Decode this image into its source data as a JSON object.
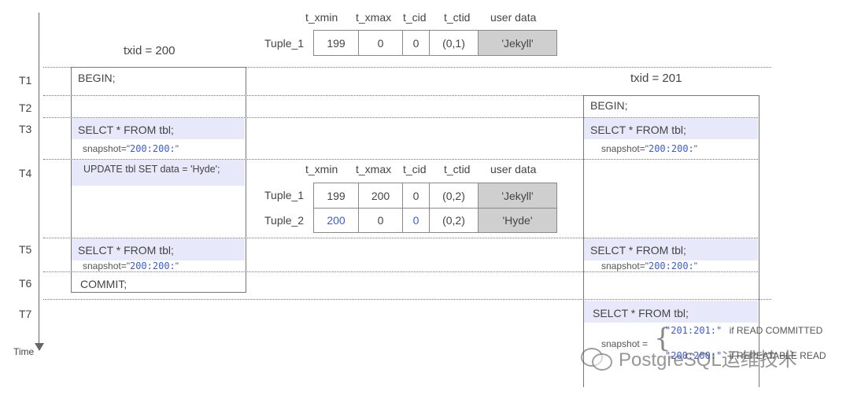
{
  "headers": [
    "t_xmin",
    "t_xmax",
    "t_cid",
    "t_ctid",
    "user data"
  ],
  "top_table": {
    "rows": [
      {
        "name": "Tuple_1",
        "xmin": "199",
        "xmax": "0",
        "cid": "0",
        "ctid": "(0,1)",
        "data": "'Jekyll'"
      }
    ]
  },
  "mid_table": {
    "rows": [
      {
        "name": "Tuple_1",
        "xmin": "199",
        "xmax": "200",
        "cid": "0",
        "ctid": "(0,2)",
        "data": "'Jekyll'"
      },
      {
        "name": "Tuple_2",
        "xmin": "200",
        "xmax": "0",
        "cid": "0",
        "ctid": "(0,2)",
        "data": "'Hyde'"
      }
    ]
  },
  "txids": {
    "left": "txid = 200",
    "right": "txid = 201"
  },
  "time_labels": [
    "T1",
    "T2",
    "T3",
    "T4",
    "T5",
    "T6",
    "T7"
  ],
  "time_axis_label": "Time",
  "left": {
    "t1": "BEGIN;",
    "t3_sql": "SELCT * FROM tbl;",
    "t4_sql": "UPDATE tbl SET data = 'Hyde';",
    "t5_sql": "SELCT * FROM tbl;",
    "t6": "COMMIT;"
  },
  "right": {
    "t2": "BEGIN;",
    "t3_sql": "SELCT * FROM tbl;",
    "t5_sql": "SELCT * FROM tbl;",
    "t7_sql": "SELCT * FROM tbl;"
  },
  "snapshot": {
    "prefix": "snapshot=\"",
    "value": "200:200:",
    "suffix": "\""
  },
  "t7_snapshot": {
    "label": "snapshot =",
    "rc_value": "\"201:201:\"",
    "rc_cond": "if READ COMMITTED",
    "rr_value": "\"200:200:\"",
    "rr_cond": "if REPEATABLE READ"
  },
  "watermark": "PostgreSQL运维技术"
}
